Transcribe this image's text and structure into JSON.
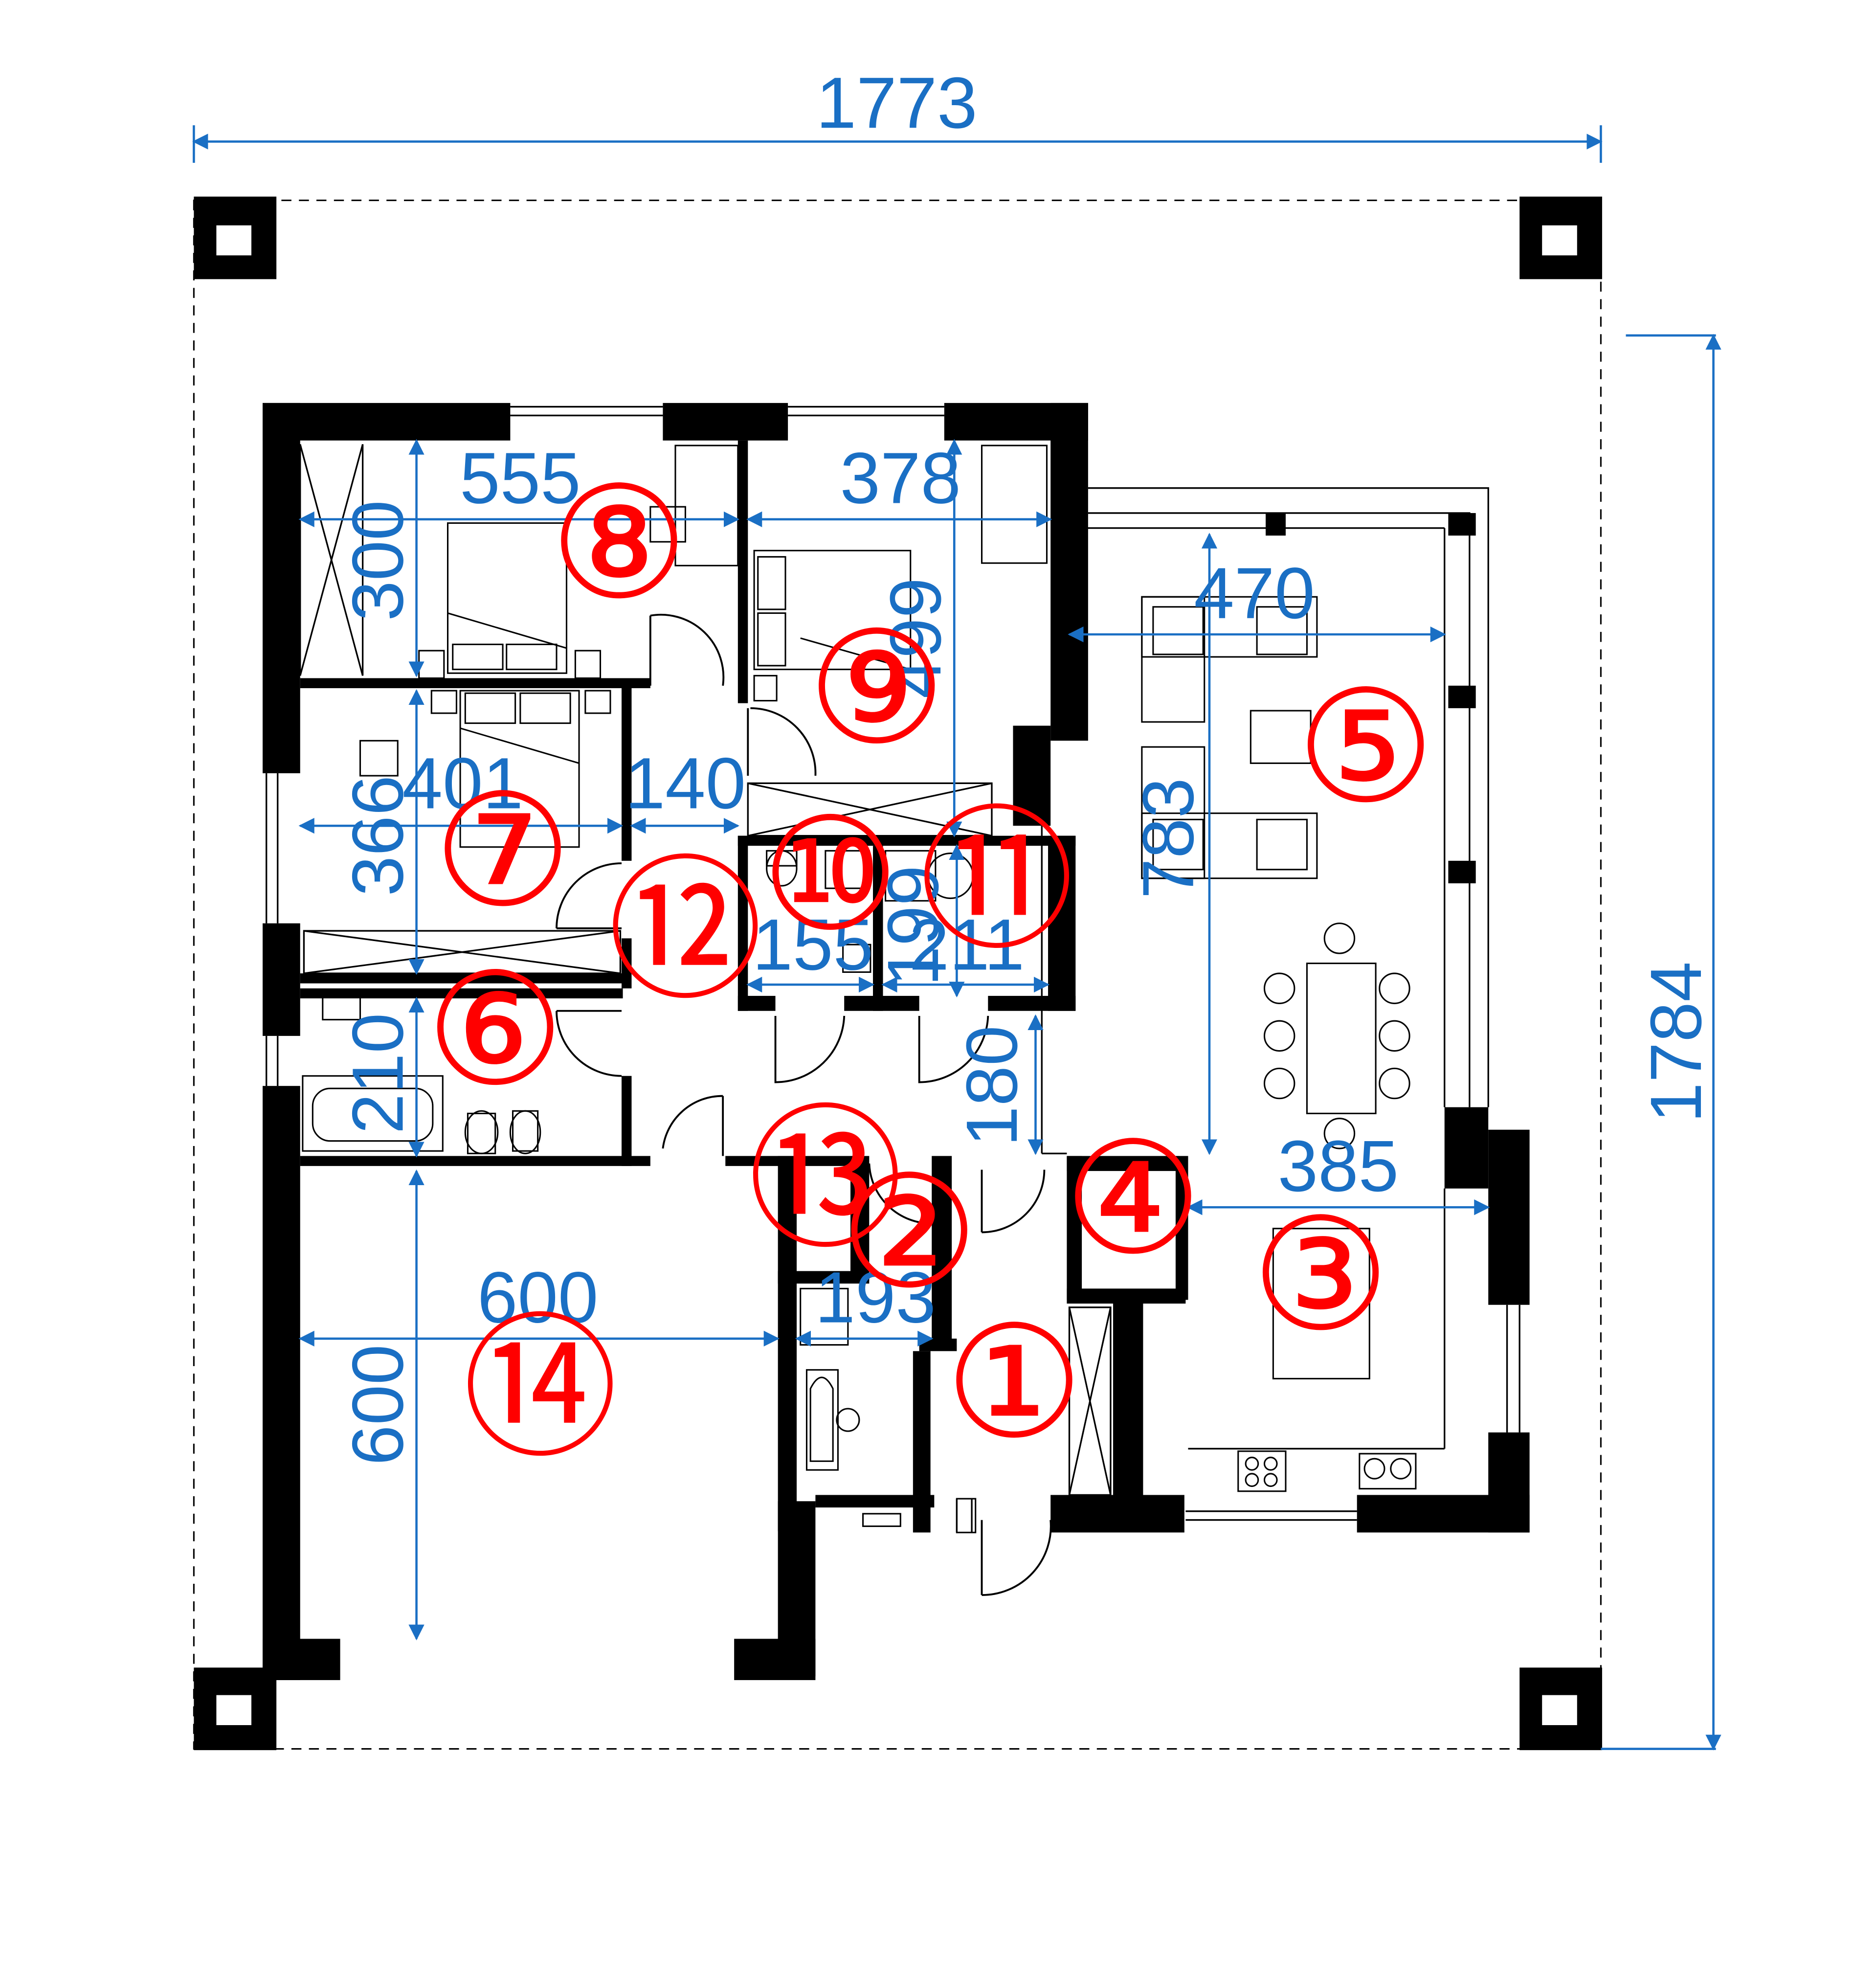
{
  "colors": {
    "dimension": "#1a6fc4",
    "room_number": "#ff0000",
    "wall": "#000000",
    "background": "#ffffff"
  },
  "overall": {
    "width": "1773",
    "depth": "1784"
  },
  "dimensions": {
    "bedroom_8_width": "555",
    "bedroom_8_depth": "300",
    "bedroom_9_width": "378",
    "bedroom_9_depth": "499",
    "living_width": "470",
    "living_depth": "783",
    "bedroom_7_width": "401",
    "bedroom_7_depth": "366",
    "corridor_width": "140",
    "wc_10_width": "155",
    "bath_11_width": "211",
    "bath_11_depth": "199",
    "bath_6_depth": "210",
    "hall_depth": "180",
    "kitchen_width": "385",
    "garage_width": "600",
    "garage_depth": "600",
    "laundry_width": "193"
  },
  "rooms": {
    "r1": "①",
    "r2": "②",
    "r3": "③",
    "r4": "④",
    "r5": "⑤",
    "r6": "⑥",
    "r7": "⑦",
    "r8": "⑧",
    "r9": "⑨",
    "r10": "⑩",
    "r11": "⑪",
    "r12": "⑫",
    "r13": "⑬",
    "r14": "⑭"
  }
}
